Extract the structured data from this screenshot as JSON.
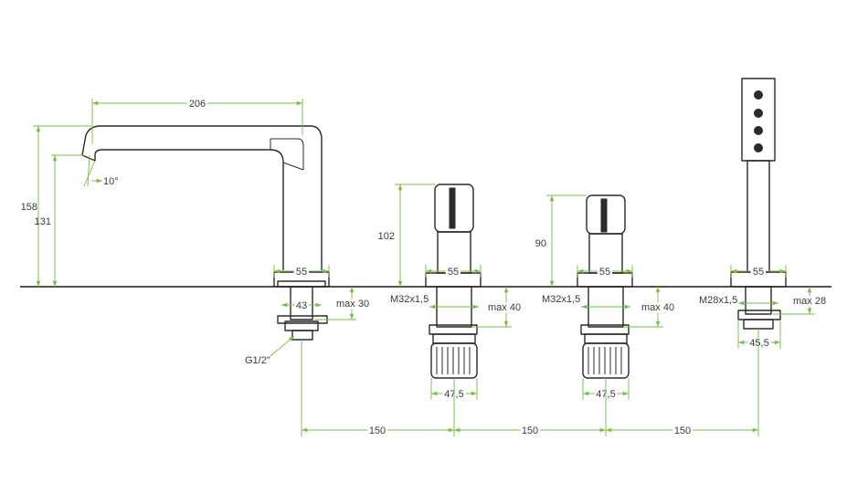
{
  "colors": {
    "dimension": "#74c043",
    "dimension_text": "#3a3a3a",
    "outline": "#2b2b2b"
  },
  "labels": {
    "spout_length": "206",
    "spout_angle": "10°",
    "spout_total_height": "158",
    "spout_outlet_height": "131",
    "spout_base_width": "55",
    "spout_shank_width": "43",
    "spout_max_deck": "max 30",
    "spout_thread": "G1/2\"",
    "handle1_height": "102",
    "handle1_base_width": "55",
    "handle1_thread": "M32x1,5",
    "handle1_max_deck": "max 40",
    "handle1_nut_width": "47,5",
    "handle2_height": "90",
    "handle2_base_width": "55",
    "handle2_thread": "M32x1,5",
    "handle2_max_deck": "max 40",
    "handle2_nut_width": "47,5",
    "shower_base_width": "55",
    "shower_thread": "M28x1,5",
    "shower_max_deck": "max 28",
    "shower_nut_width": "45,5",
    "spacing_1": "150",
    "spacing_2": "150",
    "spacing_3": "150"
  }
}
